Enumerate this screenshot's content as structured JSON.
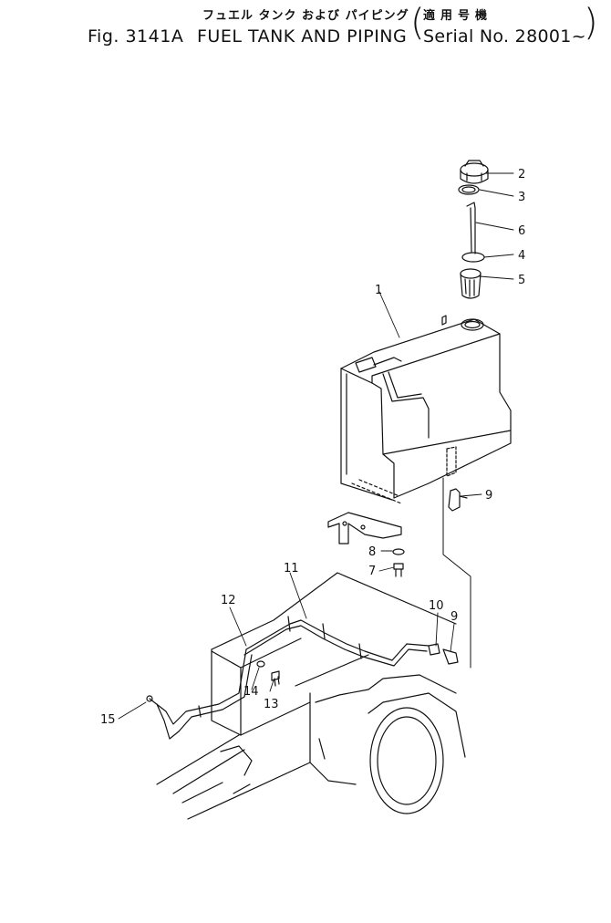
{
  "title": {
    "japanese": "フュエル タンク および パイピング",
    "japanese_serial": "適用号機",
    "figure": "Fig. 3141A",
    "name": "FUEL TANK AND PIPING",
    "serial": "Serial No. 28001~"
  },
  "callouts": [
    "1",
    "2",
    "3",
    "4",
    "5",
    "6",
    "7",
    "8",
    "9",
    "9",
    "10",
    "11",
    "12",
    "13",
    "14",
    "15"
  ]
}
